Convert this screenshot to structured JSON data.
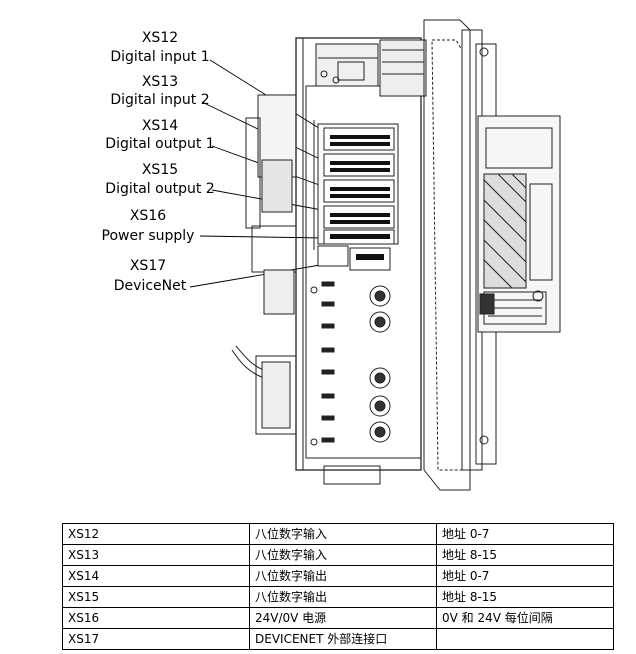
{
  "callouts": [
    {
      "id": "XS12",
      "desc": "Digital input 1"
    },
    {
      "id": "XS13",
      "desc": "Digital input 2"
    },
    {
      "id": "XS14",
      "desc": "Digital output 1"
    },
    {
      "id": "XS15",
      "desc": "Digital output 2"
    },
    {
      "id": "XS16",
      "desc": "Power supply"
    },
    {
      "id": "XS17",
      "desc": "DeviceNet"
    }
  ],
  "table": {
    "rows": [
      [
        "XS12",
        "八位数字输入",
        "地址 0-7"
      ],
      [
        "XS13",
        "八位数字输入",
        "地址 8-15"
      ],
      [
        "XS14",
        "八位数字输出",
        "地址 0-7"
      ],
      [
        "XS15",
        "八位数字输出",
        "地址 8-15"
      ],
      [
        "XS16",
        "24V/0V 电源",
        "0V 和 24V 每位间隔"
      ],
      [
        "XS17",
        "DEVICENET 外部连接口",
        ""
      ]
    ]
  }
}
